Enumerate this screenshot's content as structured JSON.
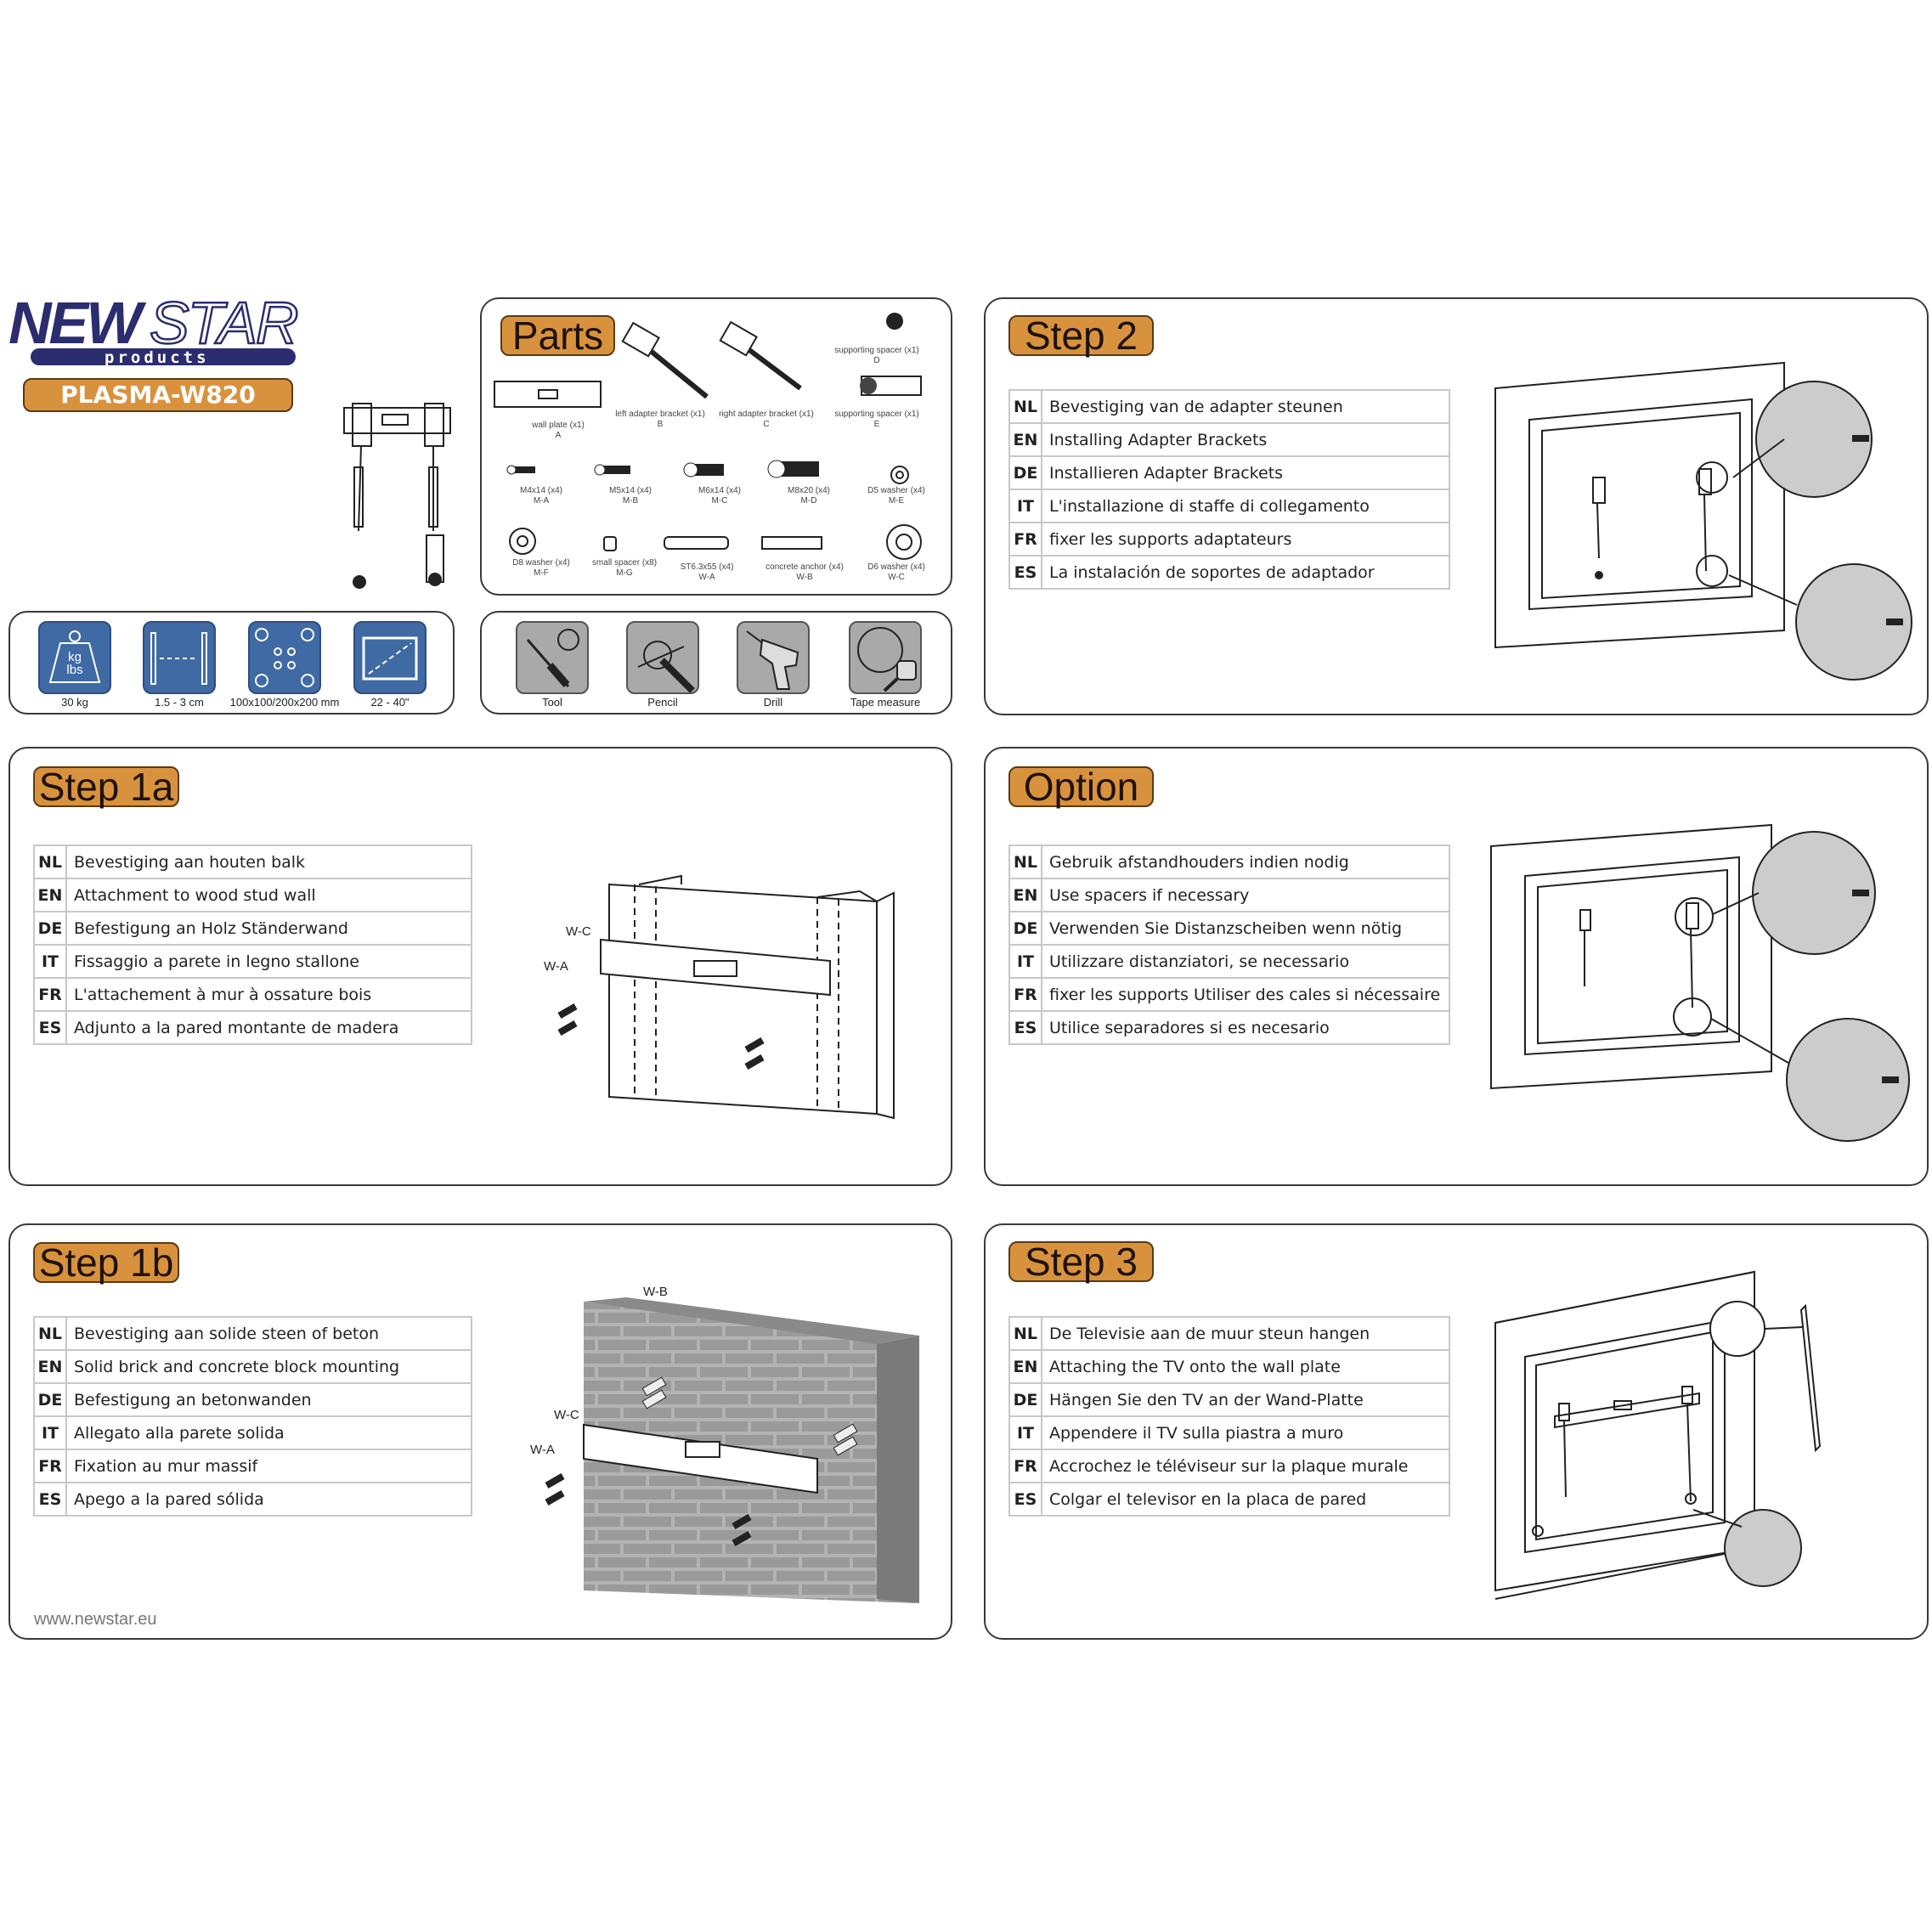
{
  "brand": {
    "logo_text": "NEWSTAR",
    "logo_sub": "products",
    "model": "PLASMA-W820"
  },
  "parts": {
    "title": "Parts",
    "items": [
      {
        "name": "wall plate (x1)",
        "code": "A"
      },
      {
        "name": "left adapter bracket (x1)",
        "code": "B"
      },
      {
        "name": "right adapter bracket (x1)",
        "code": "C"
      },
      {
        "name": "supporting spacer (x1)",
        "code": "D"
      },
      {
        "name": "supporting spacer (x1)",
        "code": "E"
      },
      {
        "name": "M4x14 (x4)",
        "code": "M-A"
      },
      {
        "name": "M5x14 (x4)",
        "code": "M-B"
      },
      {
        "name": "M6x14 (x4)",
        "code": "M-C"
      },
      {
        "name": "M8x20 (x4)",
        "code": "M-D"
      },
      {
        "name": "D5 washer (x4)",
        "code": "M-E"
      },
      {
        "name": "D8 washer (x4)",
        "code": "M-F"
      },
      {
        "name": "small spacer (x8)",
        "code": "M-G"
      },
      {
        "name": "ST6.3x55  (x4)",
        "code": "W-A"
      },
      {
        "name": "concrete anchor (x4)",
        "code": "W-B"
      },
      {
        "name": "D6 washer (x4)",
        "code": "W-C"
      }
    ]
  },
  "specs": [
    {
      "icon": "weight-icon",
      "label": "30 kg",
      "icon_text_1": "kg",
      "icon_text_2": "lbs"
    },
    {
      "icon": "wall-distance-icon",
      "label": "1.5 - 3 cm"
    },
    {
      "icon": "vesa-holes-icon",
      "label": "100x100/200x200 mm"
    },
    {
      "icon": "screen-size-icon",
      "label": "22 - 40\""
    }
  ],
  "tools": [
    {
      "icon": "screwdriver-icon",
      "label": "Tool"
    },
    {
      "icon": "pencil-icon",
      "label": "Pencil"
    },
    {
      "icon": "drill-icon",
      "label": "Drill"
    },
    {
      "icon": "tape-measure-icon",
      "label": "Tape measure"
    }
  ],
  "steps": {
    "step2": {
      "title": "Step 2",
      "rows": [
        {
          "lang": "NL",
          "text": "Bevestiging van de adapter steunen"
        },
        {
          "lang": "EN",
          "text": "Installing Adapter Brackets"
        },
        {
          "lang": "DE",
          "text": "Installieren Adapter Brackets"
        },
        {
          "lang": "IT",
          "text": "L'installazione di staffe di collegamento"
        },
        {
          "lang": "FR",
          "text": "fixer les supports adaptateurs"
        },
        {
          "lang": "ES",
          "text": "La instalación de soportes de adaptador"
        }
      ]
    },
    "step1a": {
      "title": "Step 1a",
      "labels": {
        "wc": "W-C",
        "wa": "W-A"
      },
      "rows": [
        {
          "lang": "NL",
          "text": "Bevestiging aan houten balk"
        },
        {
          "lang": "EN",
          "text": "Attachment to wood stud wall"
        },
        {
          "lang": "DE",
          "text": "Befestigung an Holz Ständerwand"
        },
        {
          "lang": "IT",
          "text": "Fissaggio a parete in legno stallone"
        },
        {
          "lang": "FR",
          "text": "L'attachement à mur à ossature bois"
        },
        {
          "lang": "ES",
          "text": "Adjunto a la pared montante de madera"
        }
      ]
    },
    "option": {
      "title": "Option",
      "rows": [
        {
          "lang": "NL",
          "text": "Gebruik afstandhouders indien nodig"
        },
        {
          "lang": "EN",
          "text": "Use spacers if necessary"
        },
        {
          "lang": "DE",
          "text": "Verwenden Sie Distanzscheiben wenn nötig"
        },
        {
          "lang": "IT",
          "text": "Utilizzare distanziatori, se necessario"
        },
        {
          "lang": "FR",
          "text": "fixer les supports Utiliser des cales si nécessaire"
        },
        {
          "lang": "ES",
          "text": "Utilice separadores si es necesario"
        }
      ]
    },
    "step1b": {
      "title": "Step 1b",
      "labels": {
        "wb": "W-B",
        "wc": "W-C",
        "wa": "W-A"
      },
      "rows": [
        {
          "lang": "NL",
          "text": "Bevestiging aan solide steen of beton"
        },
        {
          "lang": "EN",
          "text": "Solid brick and concrete block mounting"
        },
        {
          "lang": "DE",
          "text": "Befestigung an betonwanden"
        },
        {
          "lang": "IT",
          "text": "Allegato alla parete solida"
        },
        {
          "lang": "FR",
          "text": "Fixation au mur massif"
        },
        {
          "lang": "ES",
          "text": "Apego a la pared sólida"
        }
      ]
    },
    "step3": {
      "title": "Step 3",
      "rows": [
        {
          "lang": "NL",
          "text": "De Televisie aan de muur steun hangen"
        },
        {
          "lang": "EN",
          "text": "Attaching the TV onto the wall plate"
        },
        {
          "lang": "DE",
          "text": "Hängen Sie den TV an der Wand-Platte"
        },
        {
          "lang": "IT",
          "text": "Appendere il TV sulla piastra a muro"
        },
        {
          "lang": "FR",
          "text": "Accrochez le téléviseur sur la plaque murale"
        },
        {
          "lang": "ES",
          "text": "Colgar el televisor en la placa de pared"
        }
      ]
    }
  },
  "footer": {
    "url": "www.newstar.eu"
  },
  "colors": {
    "accent": "#d8923e",
    "brand_navy": "#2b2d6e",
    "spec_blue": "#3f6aa4",
    "tool_grey": "#a9a9a9"
  }
}
